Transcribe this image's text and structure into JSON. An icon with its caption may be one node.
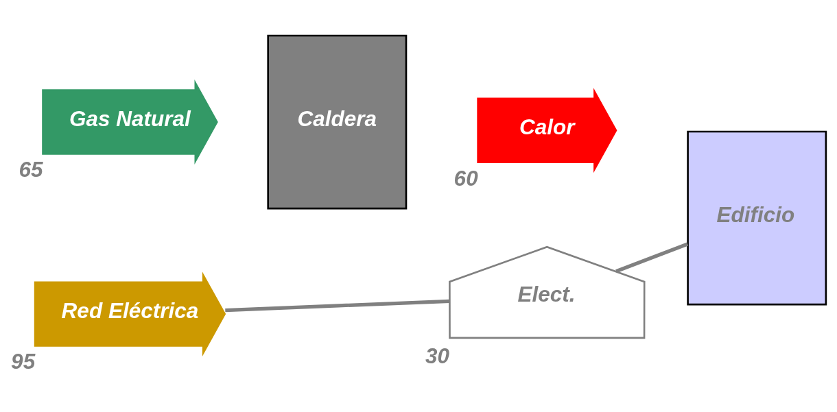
{
  "diagram": {
    "nodes": [
      {
        "text": [
          "Gas Natural"
        ],
        "beside": [
          "65"
        ]
      },
      {
        "text": [
          "Caldera"
        ]
      },
      {
        "text": [
          "Calor"
        ],
        "beside": [
          "60"
        ]
      },
      {
        "text": [
          "Edificio"
        ]
      },
      {
        "text": [
          "Red Eléctrica"
        ],
        "beside": [
          "95"
        ]
      },
      {
        "text": [
          "Elect."
        ],
        "beside": [
          "30"
        ]
      }
    ],
    "edges": [
      {
        "from": 4,
        "to": 5,
        "arrow": "none"
      },
      {
        "from": 5,
        "to": 3,
        "arrow": "none"
      }
    ]
  }
}
